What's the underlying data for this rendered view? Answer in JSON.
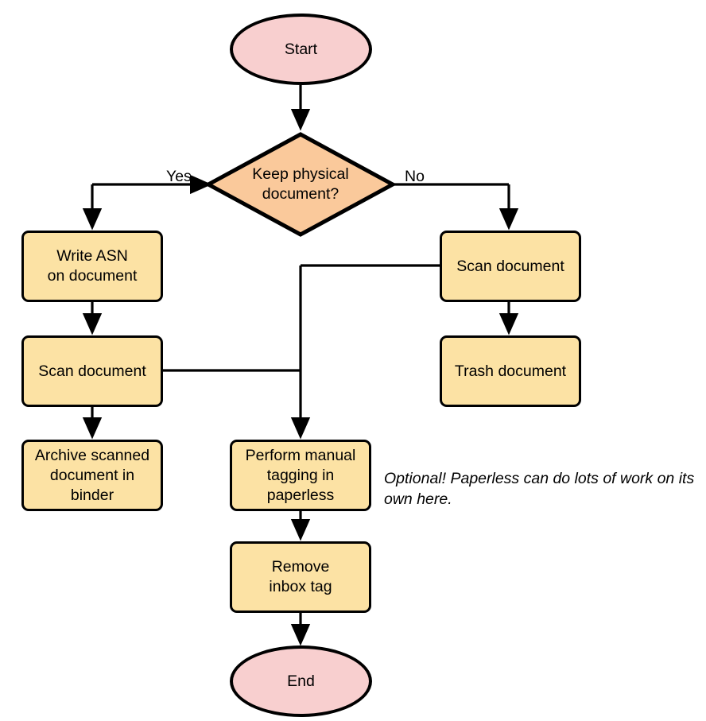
{
  "diagram": {
    "type": "flowchart",
    "title_text": "",
    "colors": {
      "terminal_fill": "#F8CFCF",
      "decision_fill": "#FAC99B",
      "process_fill": "#FCE2A4",
      "stroke": "#000000",
      "text": "#000000",
      "background": "#FFFFFF"
    },
    "nodes": {
      "start": "Start",
      "decision": "Keep physical\ndocument?",
      "write_asn": "Write ASN\non document",
      "scan_left": "Scan document",
      "archive": "Archive scanned\ndocument in\nbinder",
      "scan_right": "Scan document",
      "trash": "Trash document",
      "tagging": "Perform manual\ntagging in\npaperless",
      "remove_inbox": "Remove\ninbox tag",
      "end": "End"
    },
    "edge_labels": {
      "yes": "Yes",
      "no": "No"
    },
    "annotations": {
      "optional_note": "Optional! Paperless can do lots of work on its own here."
    }
  }
}
